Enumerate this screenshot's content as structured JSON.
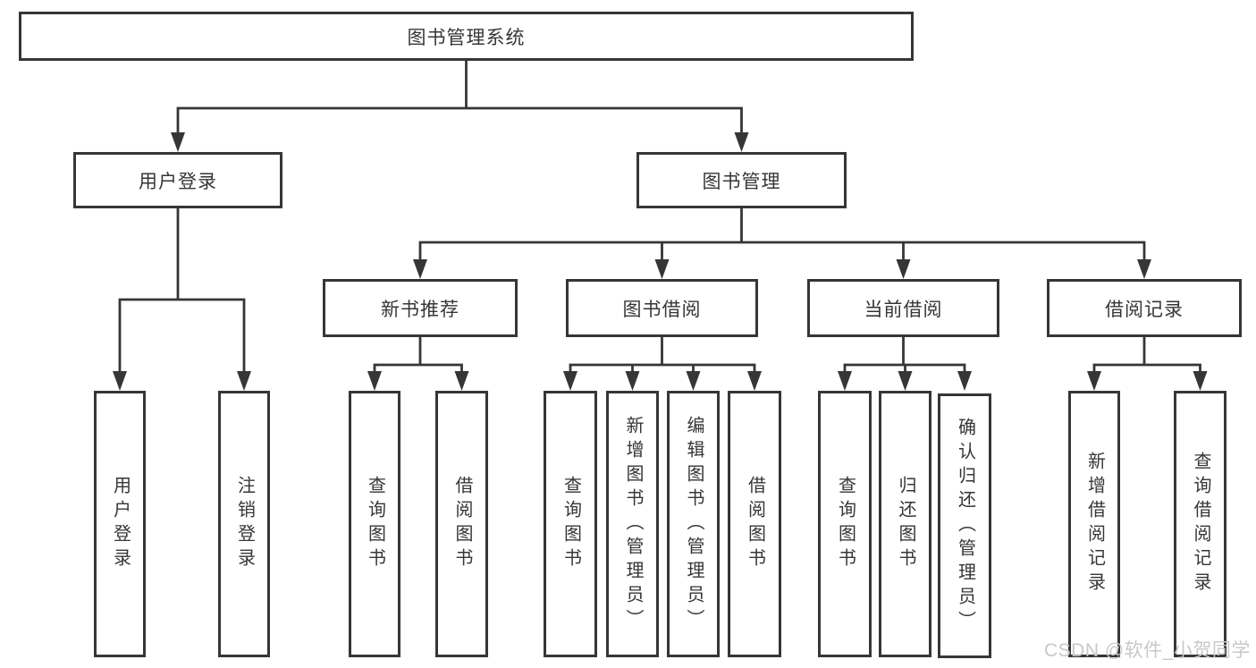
{
  "diagram": {
    "title": "图书管理系统",
    "level1": {
      "user_login": "用户登录",
      "book_management": "图书管理"
    },
    "level2": {
      "new_book_recommend": "新书推荐",
      "book_borrowing": "图书借阅",
      "current_borrowing": "当前借阅",
      "borrowing_records": "借阅记录"
    },
    "leaves": {
      "user_login": "用户登录",
      "logout": "注销登录",
      "recommend_query_books": "查询图书",
      "recommend_borrow_books": "借阅图书",
      "borrowing_query_books": "查询图书",
      "borrowing_add_books": "新增图书（管理员）",
      "borrowing_edit_books": "编辑图书（管理员）",
      "borrowing_borrow_books": "借阅图书",
      "current_query_books": "查询图书",
      "current_return_books": "归还图书",
      "current_confirm_return": "确认归还（管理员）",
      "records_add_record": "新增借阅记录",
      "records_query_record": "查询借阅记录"
    }
  },
  "watermark": "CSDN @软件_小贺同学",
  "colors": {
    "line": "#363636",
    "text": "#363636",
    "watermark": "#c8c8c8",
    "background": "#ffffff"
  }
}
